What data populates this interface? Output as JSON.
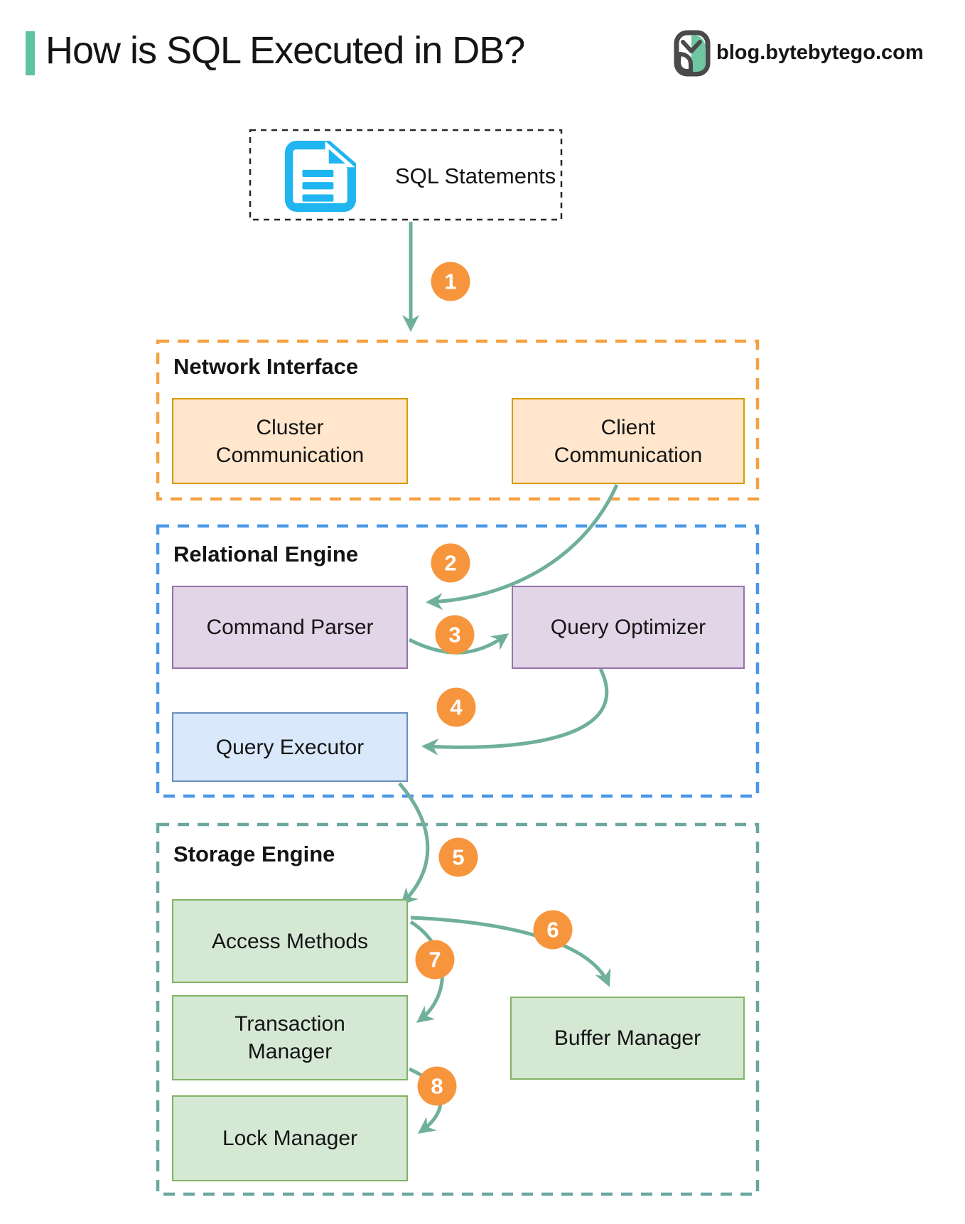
{
  "header": {
    "title": "How is SQL Executed in DB?",
    "site": "blog.bytebytego.com"
  },
  "source_node": {
    "label": "SQL Statements"
  },
  "sections": {
    "network_interface": {
      "label": "Network Interface"
    },
    "relational_engine": {
      "label": "Relational Engine"
    },
    "storage_engine": {
      "label": "Storage Engine"
    }
  },
  "nodes": {
    "cluster_communication": {
      "label": "Cluster\nCommunication"
    },
    "client_communication": {
      "label": "Client\nCommunication"
    },
    "command_parser": {
      "label": "Command Parser"
    },
    "query_optimizer": {
      "label": "Query Optimizer"
    },
    "query_executor": {
      "label": "Query Executor"
    },
    "access_methods": {
      "label": "Access Methods"
    },
    "transaction_manager": {
      "label": "Transaction\nManager"
    },
    "lock_manager": {
      "label": "Lock Manager"
    },
    "buffer_manager": {
      "label": "Buffer Manager"
    }
  },
  "steps": [
    "1",
    "2",
    "3",
    "4",
    "5",
    "6",
    "7",
    "8"
  ],
  "flow": [
    {
      "step": "1",
      "from": "SQL Statements",
      "to": "Client Communication"
    },
    {
      "step": "2",
      "from": "Client Communication",
      "to": "Command Parser"
    },
    {
      "step": "3",
      "from": "Command Parser",
      "to": "Query Optimizer"
    },
    {
      "step": "4",
      "from": "Query Optimizer",
      "to": "Query Executor"
    },
    {
      "step": "5",
      "from": "Query Executor",
      "to": "Access Methods"
    },
    {
      "step": "6",
      "from": "Access Methods",
      "to": "Buffer Manager"
    },
    {
      "step": "7",
      "from": "Access Methods",
      "to": "Transaction Manager"
    },
    {
      "step": "8",
      "from": "Transaction Manager",
      "to": "Lock Manager"
    }
  ],
  "colors": {
    "text": "#141414",
    "accent_bar": "#5EC3A1",
    "icon_cyan": "#1FB5F0",
    "arrow": "#6FAF9C",
    "step_circle": "#F7953D",
    "sql_box_border": "#262626",
    "network_border": "#F5A142",
    "network_node_fill": "#FFE6CC",
    "network_node_stroke": "#D79B00",
    "relational_border": "#4897E8",
    "parser_fill": "#E1D5E7",
    "parser_stroke": "#9673A6",
    "executor_fill": "#DAE8FC",
    "executor_stroke": "#6C8EBF",
    "storage_border": "#6BA6A0",
    "storage_node_fill": "#D5E8D4",
    "storage_node_stroke": "#82B366",
    "logo_dark": "#4A4A4A",
    "logo_green": "#6FC7A2"
  }
}
